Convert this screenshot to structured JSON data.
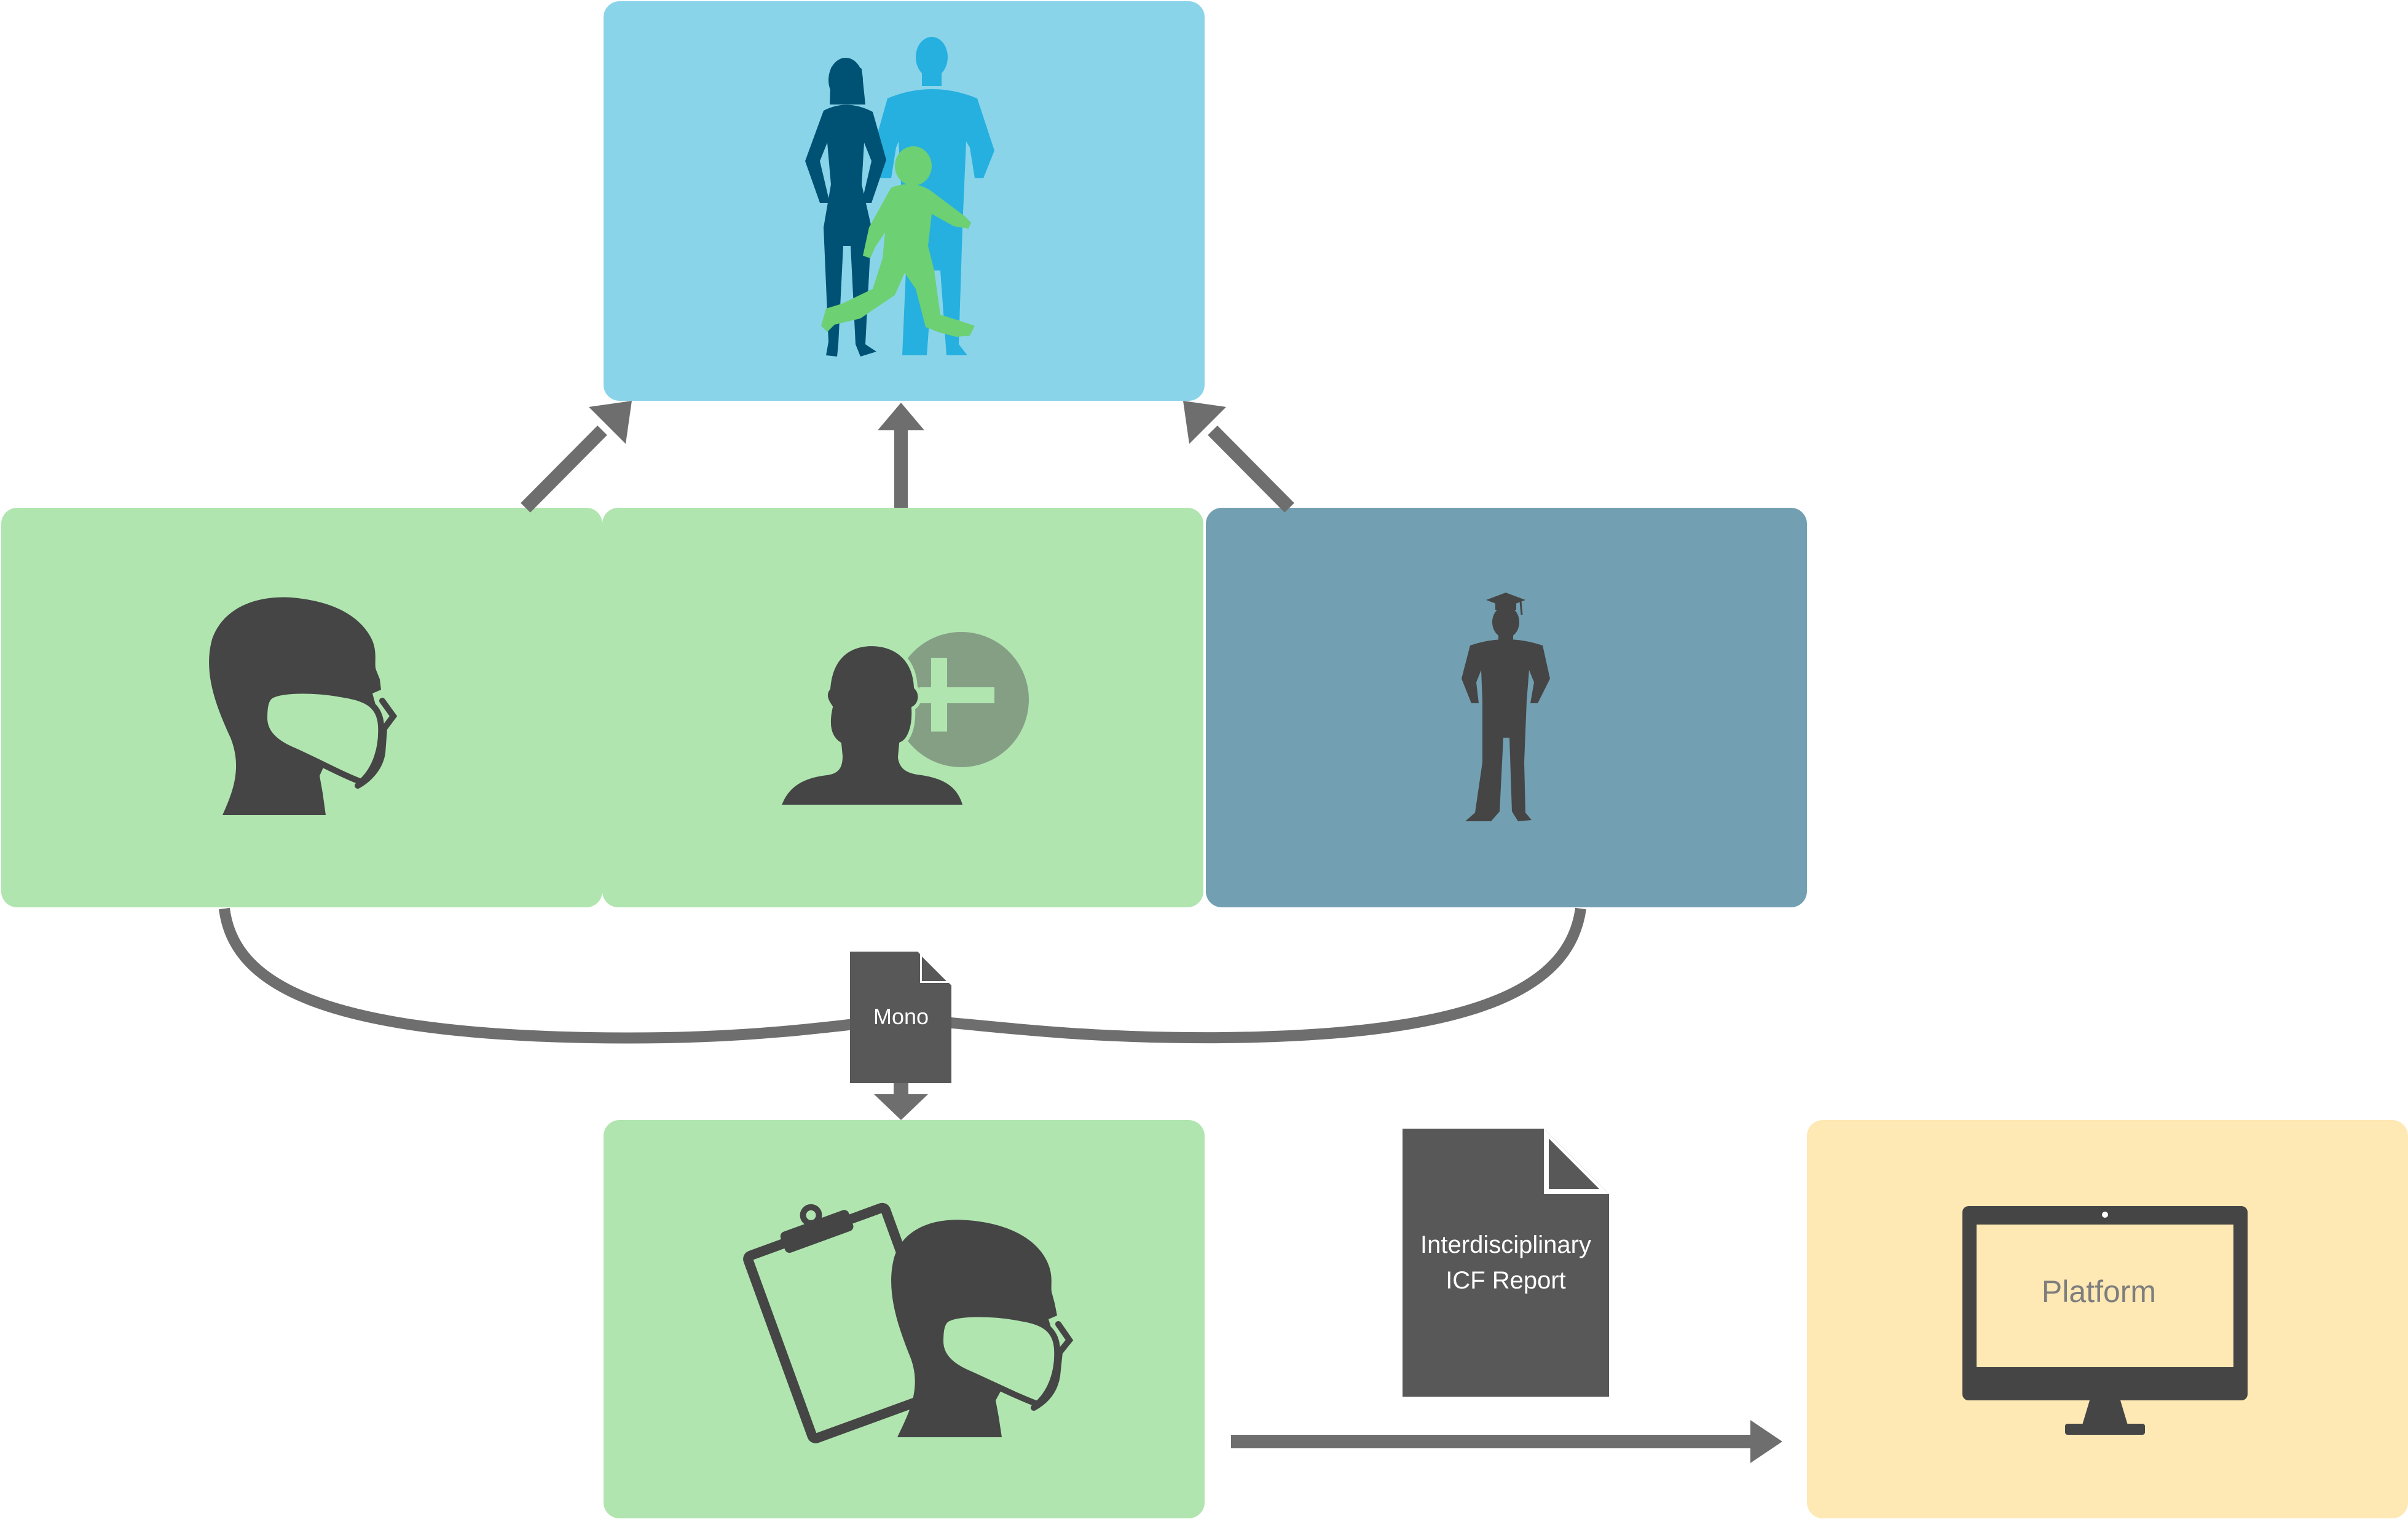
{
  "colors": {
    "family_box": "#8AD4EA",
    "green_box": "#B0E5AF",
    "teacher_box": "#72A0B2",
    "platform_box": "#FEE8B3",
    "connector": "#6E6E6E",
    "document": "#585858",
    "icon_dark": "#454545",
    "woman": "#005274",
    "man": "#26B0DF",
    "child": "#6DD073",
    "plus_circle": "#859F85",
    "platform_text": "#7E7E7E"
  },
  "icons": {
    "family": "family-silhouette-icon",
    "doctor": "masked-doctor-icon",
    "add_person": "add-person-icon",
    "teacher": "graduate-silhouette-icon",
    "assessment": "clipboard-doctor-icon",
    "platform": "computer-monitor-icon"
  },
  "documents": {
    "mono_label": "Mono",
    "report_line1": "Interdisciplinary",
    "report_line2": "ICF Report"
  },
  "platform": {
    "label": "Platform"
  }
}
